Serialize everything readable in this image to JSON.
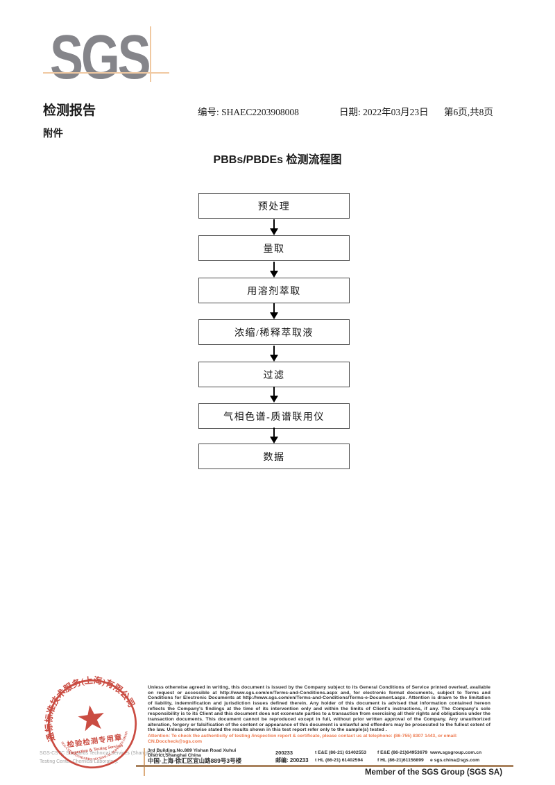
{
  "logo": {
    "text": "SGS"
  },
  "header": {
    "report_title": "检测报告",
    "report_no_label": "编号:",
    "report_no": "SHAEC2203908008",
    "date_label": "日期:",
    "date": "2022年03月23日",
    "page_info": "第6页,共8页",
    "attachment": "附件"
  },
  "diagram": {
    "title": "PBBs/PBDEs 检测流程图",
    "steps": [
      "预处理",
      "量取",
      "用溶剂萃取",
      "浓缩/稀释萃取液",
      "过滤",
      "气相色谱-质谱联用仪",
      "数据"
    ]
  },
  "stamp": {
    "arc_top": "通标标准技术服务(上海)有限公司",
    "arc_bottom": "SGS-CSTC STANDARDS TECHNICAL SERVICES (SHANGHAI) CO.,LTD.",
    "line1": "检验检测专用章",
    "line2": "Inspection & Testing Services",
    "color": "#c5392e"
  },
  "footer": {
    "company_line1": "SGS-CSTC Standards Technical Services (Shanghai) Co.,Ltd.",
    "company_line2": "Testing Center-Chemical Laboratory.",
    "legal_text": "Unless otherwise agreed in writing, this document is issued by the Company subject to its General Conditions of Service printed overleaf, available on request or accessible at http://www.sgs.com/en/Terms-and-Conditions.aspx and, for electronic format documents, subject to Terms and Conditions for Electronic Documents at http://www.sgs.com/en/Terms-and-Conditions/Terms-e-Document.aspx. Attention is drawn to the limitation of liability, indemnification and jurisdiction issues defined therein. Any holder of this document is advised that information contained hereon reflects the Company's findings at the time of its intervention only and within the limits of Client's instructions, if any. The Company's sole responsibility is to its Client and this document does not exonerate parties to a transaction from exercising all their rights and obligations under the transaction documents. This document cannot be reproduced except in full, without prior written approval of the Company. Any unauthorized alteration, forgery or falsification of the content or appearance of this document is unlawful and offenders may be prosecuted to the fullest extent of the law. Unless otherwise stated the results shown in this test report refer only to the sample(s) tested .",
    "attention_text": "Attention: To check the authenticity of testing /inspection report & certificate, please contact us at telephone: (86-755) 8307 1443, or email: CN.Doccheck@sgs.com",
    "address_en": "3rd Building,No.889 Yishan Road Xuhui District,Shanghai China",
    "postcode_en": "200233",
    "tel_en": "t E&E (86-21) 61402553",
    "fax_en": "f E&E (86-21)64953679",
    "website": "www.sgsgroup.com.cn",
    "address_cn": "中国·上海·徐汇区宜山路889号3号楼",
    "postcode_cn": "邮编: 200233",
    "tel_cn": "t HL (86-21) 61402594",
    "fax_cn": "f HL (86-21)61156899",
    "email": "e sgs.china@sgs.com",
    "member_line": "Member of the SGS Group (SGS SA)"
  }
}
